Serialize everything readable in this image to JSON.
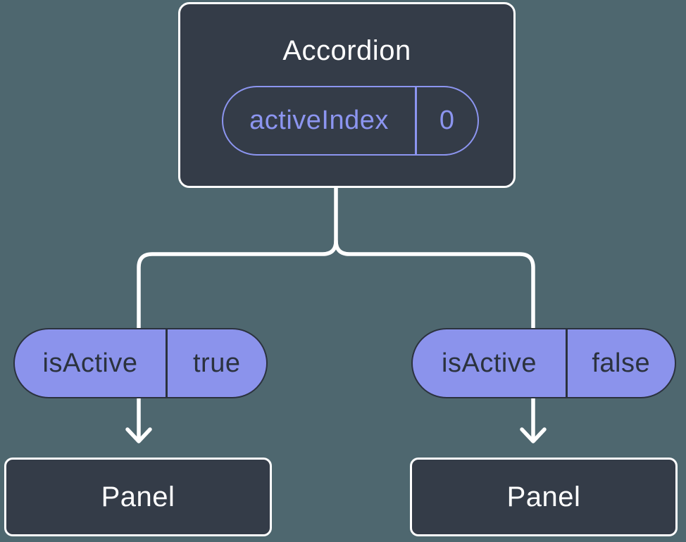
{
  "colors": {
    "background": "#4E676F",
    "node_fill": "#343C48",
    "node_border": "#FFFFFF",
    "node_text": "#FFFFFF",
    "pill_fill": "#8B93EC",
    "pill_outline": "#8C95F0",
    "pill_dark_text": "#2B323E",
    "connector": "#FFFFFF"
  },
  "tree": {
    "root": {
      "title": "Accordion",
      "prop": {
        "name": "activeIndex",
        "value": "0"
      }
    },
    "children": [
      {
        "prop": {
          "name": "isActive",
          "value": "true"
        },
        "child_title": "Panel"
      },
      {
        "prop": {
          "name": "isActive",
          "value": "false"
        },
        "child_title": "Panel"
      }
    ]
  }
}
